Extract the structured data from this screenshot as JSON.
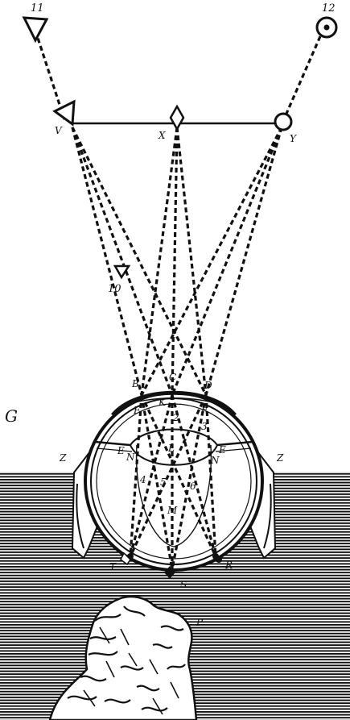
{
  "labels": {
    "n11": "11",
    "n12": "12",
    "V": "V",
    "X": "X",
    "Y": "Y",
    "n10": "10",
    "B": "B",
    "C": "C",
    "D": "D",
    "K": "K",
    "F_left": "F",
    "F_right": "F",
    "n2": "2",
    "n3": "3",
    "G": "G",
    "E_left": "E",
    "E_right": "E",
    "N_left": "N",
    "N_right": "N",
    "L": "L",
    "Z_left": "Z",
    "Z_right": "Z",
    "n4": "4",
    "n5": "5",
    "n6": "6",
    "M": "M",
    "T": "T",
    "R": "R",
    "S": "S",
    "P": "P"
  }
}
